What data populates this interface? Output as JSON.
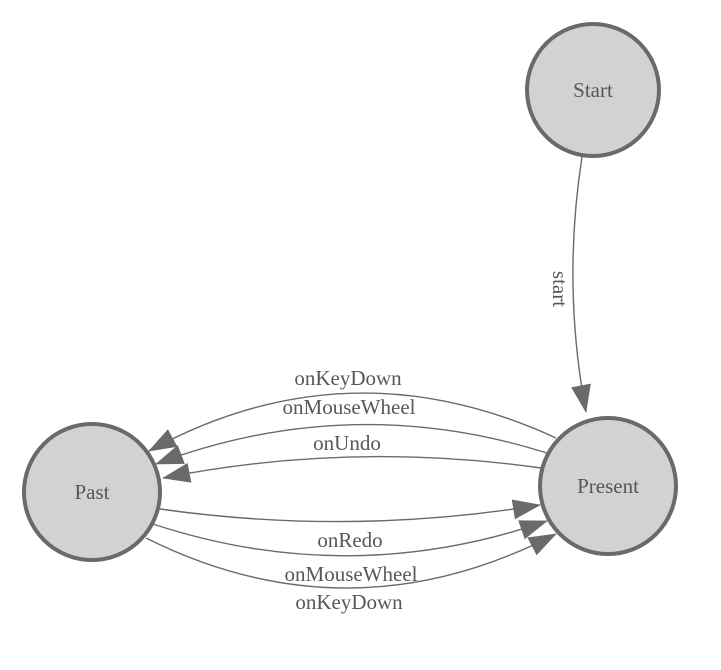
{
  "diagram": {
    "type": "state-machine",
    "colors": {
      "background": "#ffffff",
      "node_fill": "#d2d2d2",
      "node_stroke": "#6a6a6a",
      "edge_stroke": "#6a6a6a",
      "arrowhead": "#6a6a6a",
      "text": "#55575a"
    },
    "nodes": {
      "start": {
        "label": "Start"
      },
      "past": {
        "label": "Past"
      },
      "present": {
        "label": "Present"
      }
    },
    "edges": {
      "start_to_present": {
        "label": "start",
        "from": "Start",
        "to": "Present"
      },
      "present_to_past": [
        {
          "label": "onKeyDown",
          "from": "Present",
          "to": "Past"
        },
        {
          "label": "onMouseWheel",
          "from": "Present",
          "to": "Past"
        },
        {
          "label": "onUndo",
          "from": "Present",
          "to": "Past"
        }
      ],
      "past_to_present": [
        {
          "label": "onRedo",
          "from": "Past",
          "to": "Present"
        },
        {
          "label": "onMouseWheel",
          "from": "Past",
          "to": "Present"
        },
        {
          "label": "onKeyDown",
          "from": "Past",
          "to": "Present"
        }
      ]
    }
  }
}
